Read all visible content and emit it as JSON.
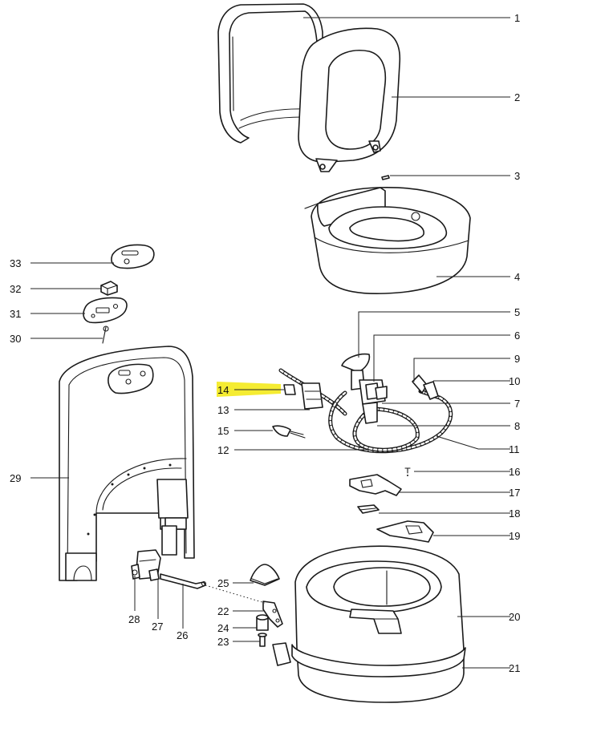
{
  "highlight_color": "#f5ec32",
  "callouts": [
    {
      "id": "1",
      "label": "1"
    },
    {
      "id": "2",
      "label": "2"
    },
    {
      "id": "3",
      "label": "3"
    },
    {
      "id": "4",
      "label": "4"
    },
    {
      "id": "5",
      "label": "5"
    },
    {
      "id": "6",
      "label": "6"
    },
    {
      "id": "7",
      "label": "7"
    },
    {
      "id": "8",
      "label": "8"
    },
    {
      "id": "9",
      "label": "9"
    },
    {
      "id": "10",
      "label": "10"
    },
    {
      "id": "11",
      "label": "11"
    },
    {
      "id": "12",
      "label": "12"
    },
    {
      "id": "13",
      "label": "13"
    },
    {
      "id": "14",
      "label": "14",
      "highlighted": true
    },
    {
      "id": "15",
      "label": "15"
    },
    {
      "id": "16",
      "label": "16"
    },
    {
      "id": "17",
      "label": "17"
    },
    {
      "id": "18",
      "label": "18"
    },
    {
      "id": "19",
      "label": "19"
    },
    {
      "id": "20",
      "label": "20"
    },
    {
      "id": "21",
      "label": "21"
    },
    {
      "id": "22",
      "label": "22"
    },
    {
      "id": "23",
      "label": "23"
    },
    {
      "id": "24",
      "label": "24"
    },
    {
      "id": "25",
      "label": "25"
    },
    {
      "id": "26",
      "label": "26"
    },
    {
      "id": "27",
      "label": "27"
    },
    {
      "id": "28",
      "label": "28"
    },
    {
      "id": "29",
      "label": "29"
    },
    {
      "id": "30",
      "label": "30"
    },
    {
      "id": "31",
      "label": "31"
    },
    {
      "id": "32",
      "label": "32"
    },
    {
      "id": "33",
      "label": "33"
    }
  ]
}
